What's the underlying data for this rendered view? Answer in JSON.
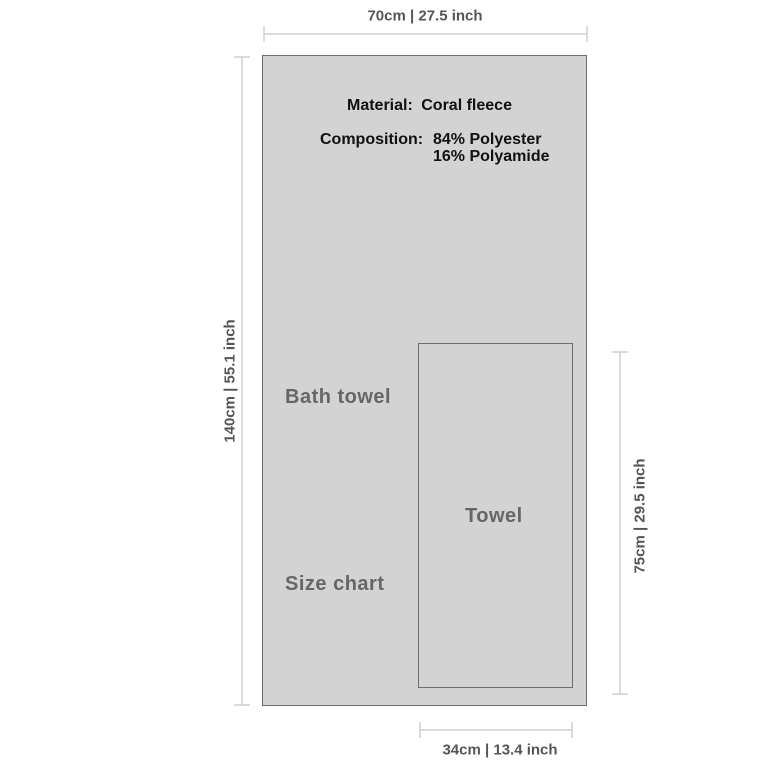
{
  "dimensions": {
    "bath_width": "70cm | 27.5 inch",
    "bath_height": "140cm | 55.1 inch",
    "towel_width": "34cm | 13.4 inch",
    "towel_height": "75cm | 29.5 inch"
  },
  "labels": {
    "bath_towel": "Bath towel",
    "size_chart": "Size chart",
    "towel": "Towel"
  },
  "specs": {
    "material_label": "Material:",
    "material_value": "Coral fleece",
    "composition_label": "Composition:",
    "composition_line1": "84% Polyester",
    "composition_line2": "16% Polyamide"
  },
  "colors": {
    "towel_fill": "#d3d3d3",
    "outline": "#6e6e6e",
    "dimension_lines": "#cfcfcf",
    "label_text": "#666666"
  }
}
